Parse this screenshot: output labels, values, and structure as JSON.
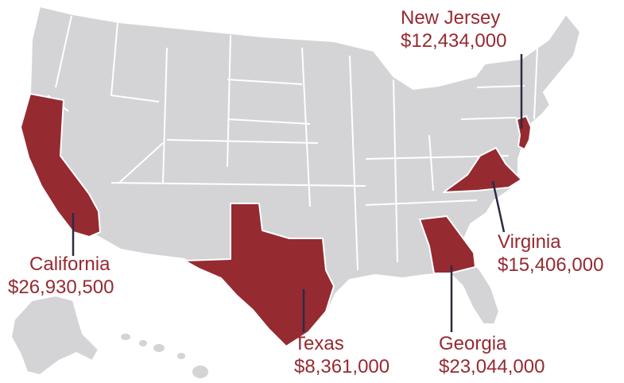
{
  "colors": {
    "highlight": "#962a31",
    "base_state": "#d4d4d6",
    "border": "#ffffff",
    "leader_line": "#2a2a44",
    "label_text": "#962a31"
  },
  "callouts": [
    {
      "state": "New Jersey",
      "amount": "$12,434,000"
    },
    {
      "state": "California",
      "amount": "$26,930,500"
    },
    {
      "state": "Virginia",
      "amount": "$15,406,000"
    },
    {
      "state": "Texas",
      "amount": "$8,361,000"
    },
    {
      "state": "Georgia",
      "amount": "$23,044,000"
    }
  ]
}
